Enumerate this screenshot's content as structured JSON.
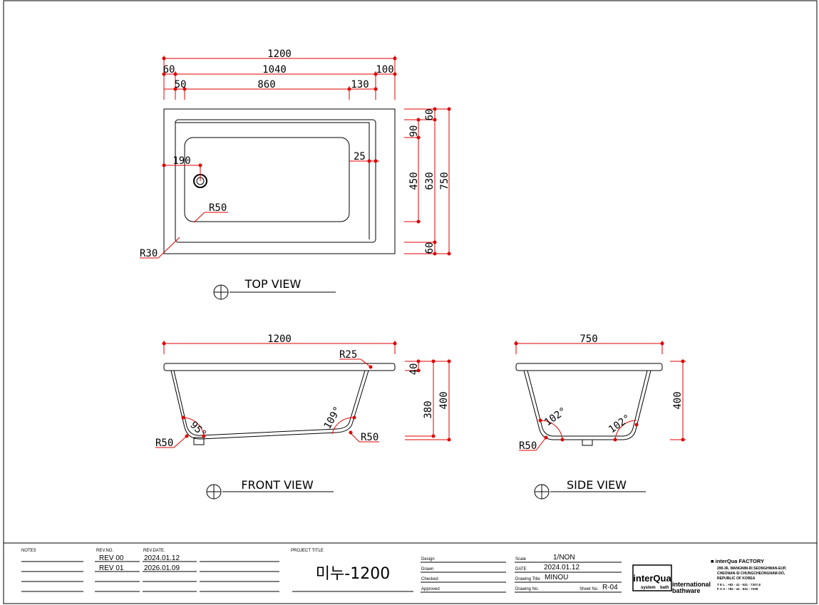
{
  "views": {
    "top": {
      "label": "TOP VIEW",
      "dims": {
        "overall_length": "1200",
        "inner_length": "1040",
        "left_rim": "60",
        "right_rim": "100",
        "left_step": "50",
        "floor_length": "860",
        "right_step": "130",
        "drain_offset": "190",
        "right_gap": "25",
        "top_rim": "60",
        "step": "90",
        "floor_width": "450",
        "inner_width": "630",
        "overall_width": "750",
        "bottom_rim": "60"
      },
      "radii": {
        "floor_corner": "R50",
        "outer_corner": "R30"
      }
    },
    "front": {
      "label": "FRONT VIEW",
      "dims": {
        "length": "1200",
        "rim": "40",
        "depth": "380",
        "height": "400"
      },
      "radii": {
        "top": "R25",
        "bottom_left": "R50",
        "bottom_right": "R50"
      },
      "angles": {
        "left": "95°",
        "right": "109°"
      }
    },
    "side": {
      "label": "SIDE VIEW",
      "dims": {
        "width": "750",
        "height": "400"
      },
      "radii": {
        "bottom_left": "R50"
      },
      "angles": {
        "left": "102°",
        "right": "102°"
      }
    }
  },
  "title_block": {
    "notes_label": "NOTES",
    "rev_no_label": "REV.NO.",
    "rev_date_label": "REV.DATE.",
    "revisions": [
      {
        "no": "REV 00",
        "date": "2024.01.12"
      },
      {
        "no": "REV 01",
        "date": "2026.01.09"
      }
    ],
    "project_title_label": "PROJECT TITLE",
    "project_title": "미누-1200",
    "fields": {
      "design": "Design",
      "drawn": "Drawn",
      "checked": "Checked",
      "approved": "Approved"
    },
    "scale_label": "Scale",
    "scale": "1/NON",
    "date_label": "DATE",
    "date": "2024.01.12",
    "drawing_title_label": "Drawing Title",
    "drawing_title": "MINOU",
    "drawing_no_label": "Drawing No.",
    "sheet_no_label": "Sheet No.",
    "sheet_no": "R-04",
    "logo": {
      "name": "interQua",
      "sub1": "system",
      "sub2": "bath",
      "line1": "international",
      "line2": "bathware"
    },
    "factory": {
      "name": "■ interQua FACTORY",
      "addr1": "299-36, WANGNIM-RI SEONGHWAN-EUP,",
      "addr2": "CHEONAN-SI CHUNGCHEONGNAM-DO,",
      "addr3": "REPUBLIC OF KOREA",
      "tel": "T E L  : +82 - 41 - 531 - 7207,8",
      "fax": "F A X : +82 - 41 - 531 - 7209"
    }
  },
  "colors": {
    "dimension": "#e00000",
    "outline": "#000000"
  }
}
